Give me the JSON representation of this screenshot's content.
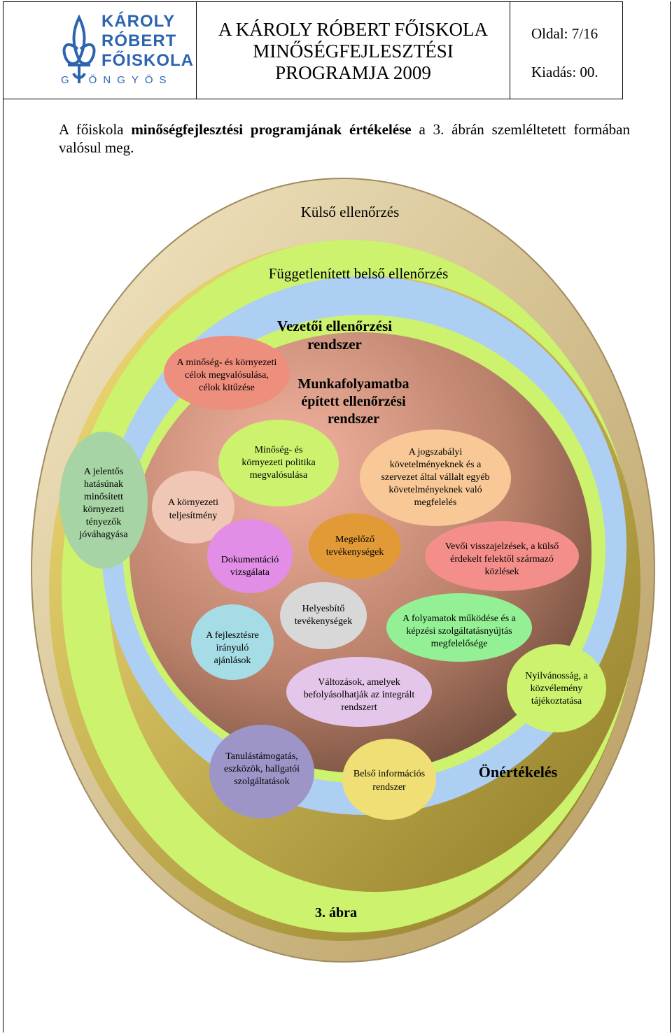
{
  "header": {
    "logo": {
      "line1": "KÁROLY",
      "line2": "RÓBERT",
      "line3": "FŐISKOLA",
      "line4": "GYÖNGYÖS",
      "icon": "fleur-de-lis-icon",
      "color": "#2d64b0"
    },
    "title_lines": [
      "A KÁROLY RÓBERT FŐISKOLA",
      "MINŐSÉGFEJLESZTÉSI",
      "PROGRAMJA 2009"
    ],
    "page": "Oldal: 7/16",
    "issue": "Kiadás: 00."
  },
  "intro": {
    "part1": "A főiskola ",
    "bold": "minőségfejlesztési programjának értékelése",
    "part2": " a 3. ábrán szemléltetett formában valósul meg."
  },
  "diagram": {
    "outer_label": "Külső ellenőrzés",
    "independent_label": "Függetlenített belső ellenőrzés",
    "management_label": [
      "Vezetői ellenőrzési",
      "rendszer"
    ],
    "process_label": [
      "Munkafolyamatba",
      "épített ellenőrzési",
      "rendszer"
    ],
    "self_assessment": "Önértékelés",
    "ellipses": {
      "goals": [
        "A minőség- és környezeti",
        "célok megvalósulása,",
        "célok kitűzése"
      ],
      "env_factors": [
        "A jelentős",
        "hatásúnak",
        "minősített",
        "környezeti",
        "tényezők",
        "jóváhagyása"
      ],
      "env_performance": [
        "A környezeti",
        "teljesítmény"
      ],
      "policy": [
        "Minőség- és",
        "környezeti politika",
        "megvalósulása"
      ],
      "legal": [
        "A jogszabályi",
        "követelményeknek és a",
        "szervezet által vállalt egyéb",
        "követelményeknek való",
        "megfelelés"
      ],
      "documentation": [
        "Dokumentáció",
        "vizsgálata"
      ],
      "preventive": [
        "Megelőző",
        "tevékenységek"
      ],
      "feedback": [
        "Vevői visszajelzések, a külső",
        "érdekelt felektől származó",
        "közlések"
      ],
      "improvement": [
        "A fejlesztésre",
        "irányuló",
        "ajánlások"
      ],
      "corrective": [
        "Helyesbítő",
        "tevékenységek"
      ],
      "processes": [
        "A folyamatok működése és a",
        "képzési szolgáltatásnyújtás",
        "megfelelősége"
      ],
      "changes": [
        "Változások, amelyek",
        "befolyásolhatják az integrált",
        "rendszert"
      ],
      "publicity": [
        "Nyilvánosság, a",
        "közvélemény",
        "tájékoztatása"
      ],
      "learning": [
        "Tanulástámogatás,",
        "eszközök, hallgatói",
        "szolgáltatások"
      ],
      "info": [
        "Belső információs",
        "rendszer"
      ]
    }
  },
  "caption": "3. ábra"
}
